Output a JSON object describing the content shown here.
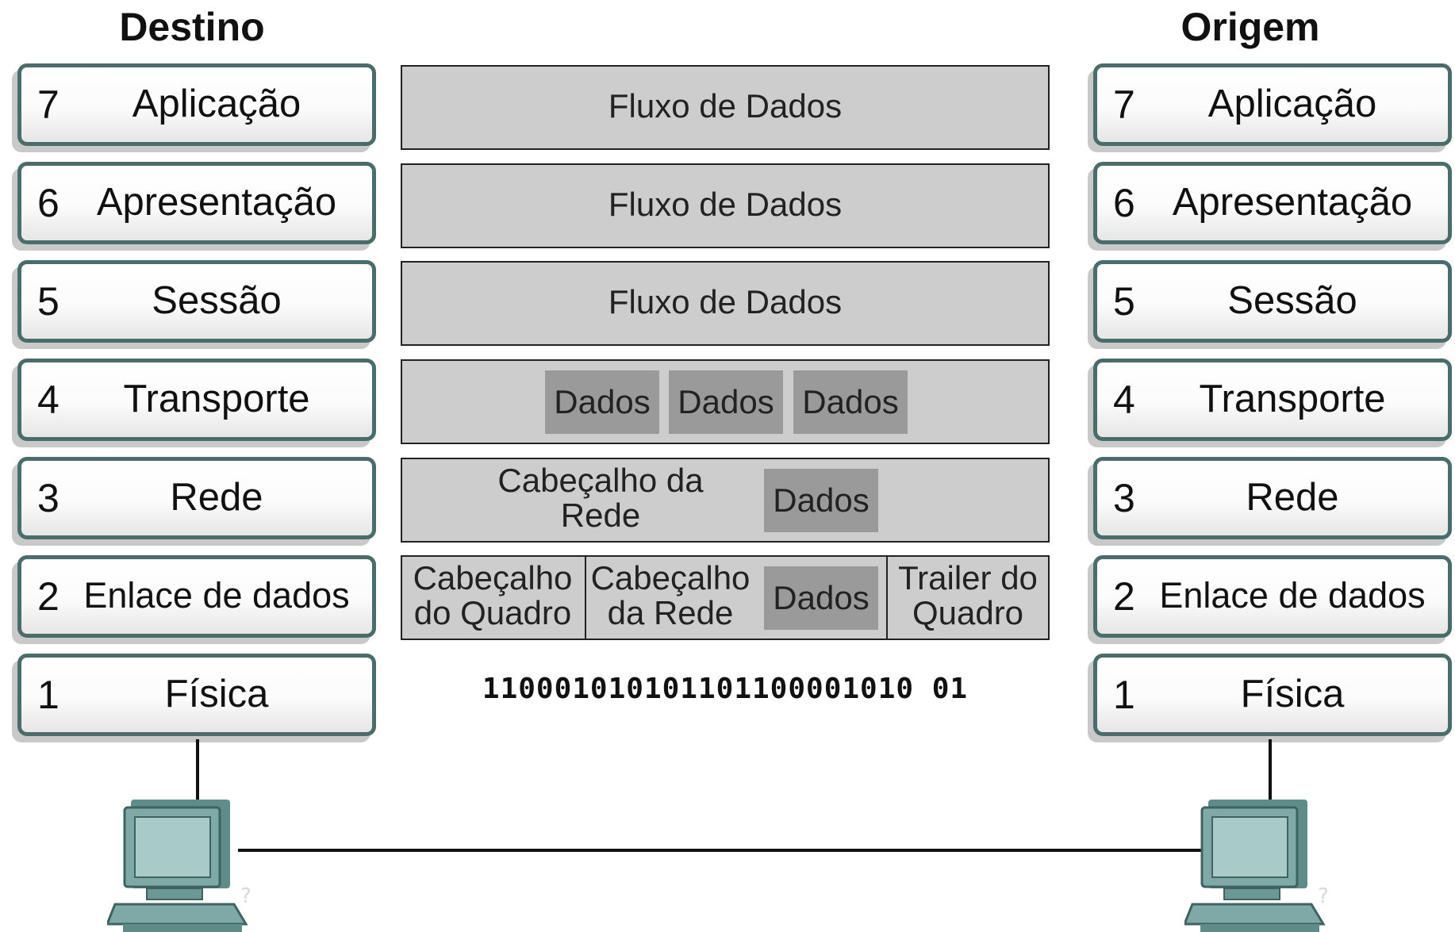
{
  "headings": {
    "destination": "Destino",
    "origin": "Origem"
  },
  "layers": [
    {
      "number": "7",
      "name": "Aplicação"
    },
    {
      "number": "6",
      "name": "Apresentação"
    },
    {
      "number": "5",
      "name": "Sessão"
    },
    {
      "number": "4",
      "name": "Transporte"
    },
    {
      "number": "3",
      "name": "Rede"
    },
    {
      "number": "2",
      "name": "Enlace de dados"
    },
    {
      "number": "1",
      "name": "Física"
    }
  ],
  "encapsulation": {
    "flow_label": "Fluxo de Dados",
    "transport_segments": [
      "Dados",
      "Dados",
      "Dados"
    ],
    "network": {
      "header": "Cabeçalho da Rede",
      "data": "Dados"
    },
    "datalink": {
      "frame_header": "Cabeçalho do Quadro",
      "network_header": "Cabeçalho da Rede",
      "data": "Dados",
      "frame_trailer": "Trailer do Quadro"
    },
    "physical_bits": "110001010101101100001010 01"
  },
  "colors": {
    "layer_border": "#4a6c6a",
    "box_fill": "#cdcdcd",
    "data_chip": "#9a9a9a",
    "computer": "#7fa9a6"
  },
  "icons": {
    "destination_host": "computer-icon",
    "origin_host": "computer-icon"
  }
}
